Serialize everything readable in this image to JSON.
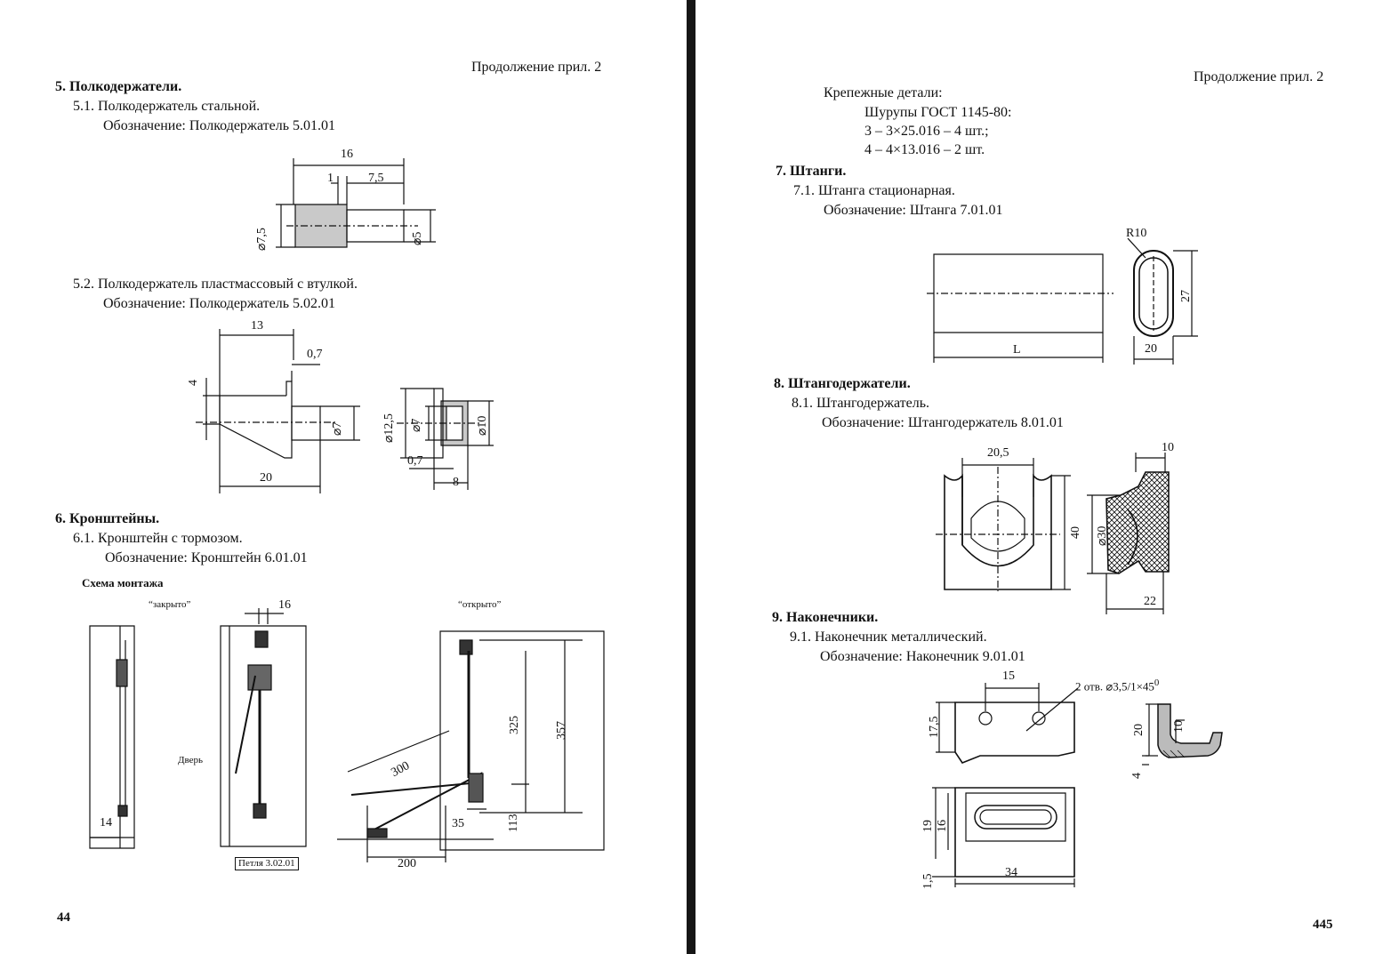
{
  "left_page": {
    "header": "Продолжение прил. 2",
    "section5": {
      "title": "5. Полкодержатели.",
      "item1_title": "5.1. Полкодержатель стальной.",
      "item1_designation": "Обозначение: Полкодержатель 5.01.01",
      "fig1_dims": {
        "len": "16",
        "a": "1",
        "b": "7,5",
        "d_left": "⌀7,5",
        "d_right": "⌀5"
      },
      "item2_title": "5.2. Полкодержатель пластмассовый с втулкой.",
      "item2_designation": "Обозначение: Полкодержатель 5.02.01",
      "fig2_dims": {
        "w": "13",
        "t": "0,7",
        "h": "4",
        "base": "20",
        "d": "⌀7",
        "d_outer": "⌀12,5",
        "d_inner": "⌀7",
        "d_sleeve": "⌀10",
        "t2": "0,7",
        "len": "8"
      }
    },
    "section6": {
      "title": "6. Кронштейны.",
      "item1_title": "6.1. Кронштейн с тормозом.",
      "item1_designation": "Обозначение: Кронштейн 6.01.01",
      "scheme_label": "Схема монтажа",
      "closed_label": "“закрыто”",
      "open_label": "“открыто”",
      "door_label": "Дверь",
      "hinge_label": "Петля 3.02.01",
      "dims": {
        "top": "16",
        "left": "14",
        "diag": "300",
        "h1": "325",
        "h2": "357",
        "small": "35",
        "h3": "113",
        "base": "200"
      }
    },
    "page_number": "44"
  },
  "right_page": {
    "header": "Продолжение прил. 2",
    "fasteners_title": "Крепежные детали:",
    "screws_title": "Шурупы ГОСТ  1145-80:",
    "screw1": "3 – 3×25.016 – 4 шт.;",
    "screw2": "4 – 4×13.016 – 2 шт.",
    "section7": {
      "title": "7. Штанги.",
      "item1_title": "7.1. Штанга стационарная.",
      "item1_designation": "Обозначение: Штанга 7.01.01",
      "dims": {
        "len": "L",
        "radius": "R10",
        "h": "27",
        "w": "20"
      }
    },
    "section8": {
      "title": "8. Штангодержатели.",
      "item1_title": "8.1. Штангодержатель.",
      "item1_designation": "Обозначение: Штангодержатель 8.01.01",
      "dims": {
        "w": "20,5",
        "h": "40",
        "top": "10",
        "d": "⌀30",
        "base": "22"
      }
    },
    "section9": {
      "title": "9. Наконечники.",
      "item1_title": "9.1. Наконечник металлический.",
      "item1_designation": "Обозначение: Наконечник 9.01.01",
      "holes_note": "2 отв. ⌀3,5/1×45",
      "holes_sup": "0",
      "dims": {
        "spacing": "15",
        "h": "17,5",
        "h2": "20",
        "h3": "10",
        "t": "4",
        "h4": "19",
        "h5": "16",
        "t2": "1,5",
        "w": "34"
      }
    },
    "page_number": "445"
  }
}
